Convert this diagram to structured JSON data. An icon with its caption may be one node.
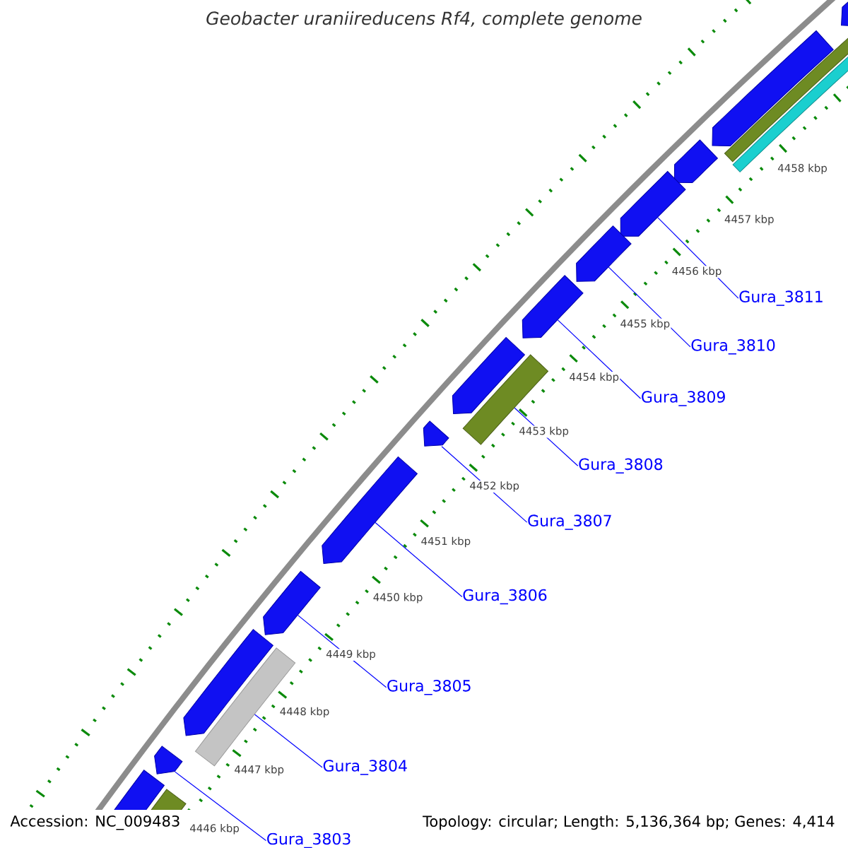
{
  "diagram": {
    "title": "Geobacter uraniireducens Rf4, complete genome",
    "nodes": [
      {
        "text": [
          "Gura_3811"
        ]
      },
      {
        "text": [
          "Gura_3810"
        ]
      },
      {
        "text": [
          "Gura_3809"
        ]
      },
      {
        "text": [
          "Gura_3808"
        ]
      },
      {
        "text": [
          "Gura_3807"
        ]
      },
      {
        "text": [
          "Gura_3806"
        ]
      },
      {
        "text": [
          "Gura_3805"
        ]
      },
      {
        "text": [
          "Gura_3804"
        ]
      },
      {
        "text": [
          "Gura_3803"
        ]
      },
      {
        "text": [],
        "shape": "arrow"
      },
      {
        "text": [],
        "shape": "bar"
      },
      {
        "text": [],
        "shape": "bar"
      },
      {
        "text": [],
        "shape": "arrow"
      },
      {
        "text": [],
        "shape": "arrow"
      },
      {
        "text": [],
        "shape": "arrow"
      },
      {
        "text": [],
        "shape": "arrow"
      },
      {
        "text": [],
        "shape": "arrow"
      },
      {
        "text": [],
        "shape": "bar"
      },
      {
        "text": [],
        "shape": "arrow"
      },
      {
        "text": [],
        "shape": "arrow"
      },
      {
        "text": [],
        "shape": "arrow"
      },
      {
        "text": [],
        "shape": "arrow"
      },
      {
        "text": [],
        "shape": "bar"
      },
      {
        "text": [],
        "shape": "arrow"
      },
      {
        "text": [],
        "shape": "arrow"
      },
      {
        "text": [],
        "shape": "bar"
      },
      {
        "text": [],
        "shape": "arrow"
      }
    ],
    "edges": [
      {
        "from": 0,
        "to": 14,
        "arrow": "none"
      },
      {
        "from": 1,
        "to": 15,
        "arrow": "none"
      },
      {
        "from": 2,
        "to": 16,
        "arrow": "none"
      },
      {
        "from": 3,
        "to": 17,
        "arrow": "none"
      },
      {
        "from": 4,
        "to": 19,
        "arrow": "none"
      },
      {
        "from": 5,
        "to": 20,
        "arrow": "none"
      },
      {
        "from": 6,
        "to": 21,
        "arrow": "none"
      },
      {
        "from": 7,
        "to": 22,
        "arrow": "none"
      },
      {
        "from": 8,
        "to": 24,
        "arrow": "none"
      }
    ],
    "labels": [
      "4458 kbp",
      "4457 kbp",
      "4456 kbp",
      "4455 kbp",
      "4454 kbp",
      "4453 kbp",
      "4452 kbp",
      "4451 kbp",
      "4450 kbp",
      "4449 kbp",
      "4448 kbp",
      "4447 kbp",
      "4446 kbp",
      "Accession: NC_009483",
      "Topology: circular; Length: 5,136,364 bp; Genes: 4,414"
    ]
  }
}
